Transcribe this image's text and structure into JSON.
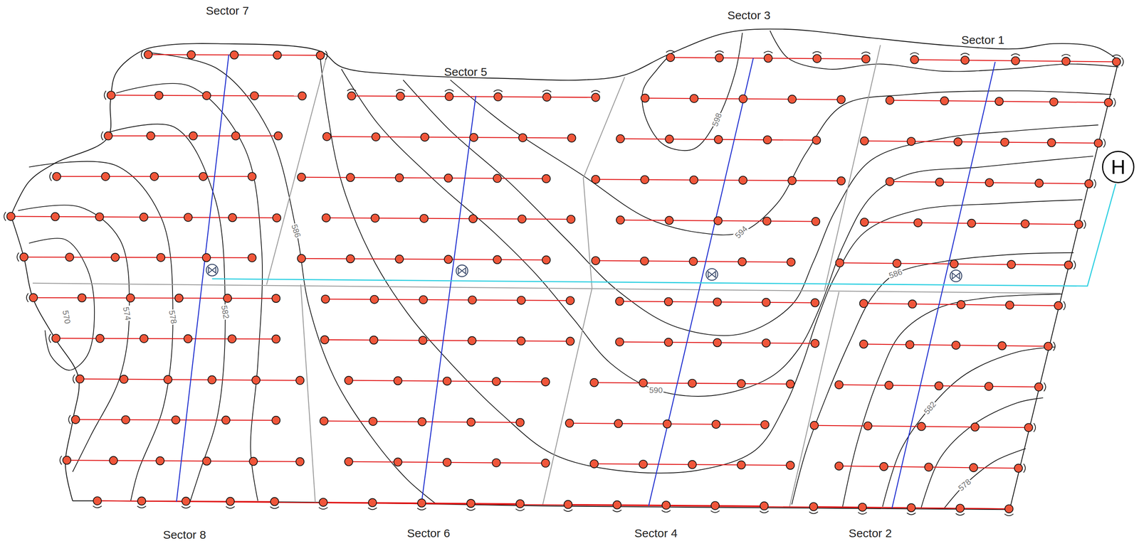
{
  "diagram": {
    "nodes": [
      {
        "text": [
          "H"
        ]
      }
    ],
    "labels": [
      "Sector 7",
      "Sector 3",
      "Sector 1",
      "Sector 5",
      "598",
      "586",
      "594",
      "586",
      "570",
      "574",
      "578",
      "582",
      "590",
      "582",
      "578",
      "Sector 8",
      "Sector 6",
      "Sector 4",
      "Sector 2"
    ]
  }
}
